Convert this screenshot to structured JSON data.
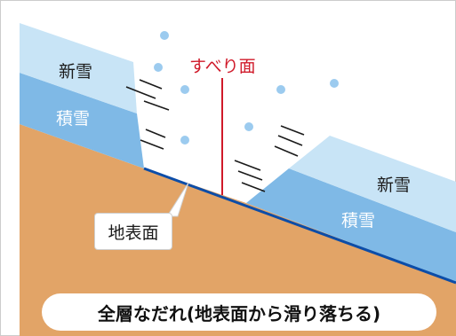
{
  "labels": {
    "new_snow_upper": "新雪",
    "accumulated_snow_upper": "積雪",
    "slip_surface": "すべり面",
    "new_snow_lower": "新雪",
    "accumulated_snow_lower": "積雪",
    "ground_surface": "地表面"
  },
  "caption": "全層なだれ(地表面から滑り落ちる)",
  "colors": {
    "ground": "#e2a467",
    "accumulated_snow": "#7fb9e6",
    "new_snow": "#c8e4f6",
    "ground_line": "#0c4da8",
    "slip_line": "#d01a2a",
    "particles": "#9ccbef",
    "motion_lines": "#1a1a1a"
  }
}
